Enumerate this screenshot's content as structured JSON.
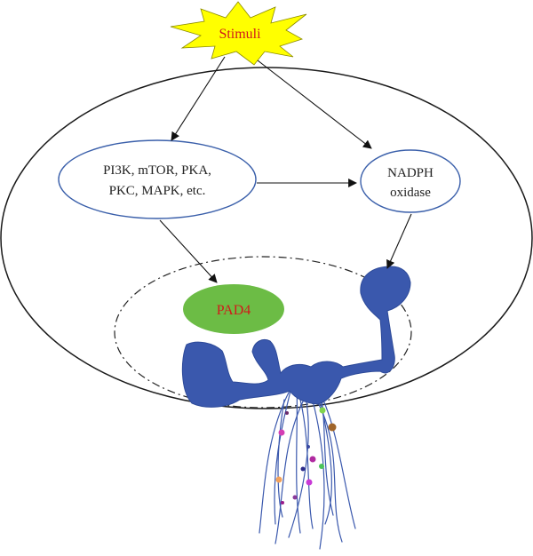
{
  "diagram": {
    "stimuli": {
      "label": "Stimuli"
    },
    "kinases": {
      "line1": "PI3K, mTOR, PKA,",
      "line2": "PKC, MAPK, etc."
    },
    "nadph": {
      "line1": "NADPH",
      "line2": "oxidase"
    },
    "pad4": {
      "label": "PAD4"
    }
  },
  "colors": {
    "starburst_fill": "#ffff00",
    "stimuli_text": "#d11a1a",
    "pad4_fill": "#6cbc45",
    "pad4_text": "#d11a1a",
    "chromatin": "#3a58ad",
    "node_border": "#3a5faa",
    "nucleus_border": "#222222"
  },
  "icons": [
    "starburst-icon",
    "chromatin-icon",
    "net-fibers-icon",
    "granule-dots-icon"
  ]
}
